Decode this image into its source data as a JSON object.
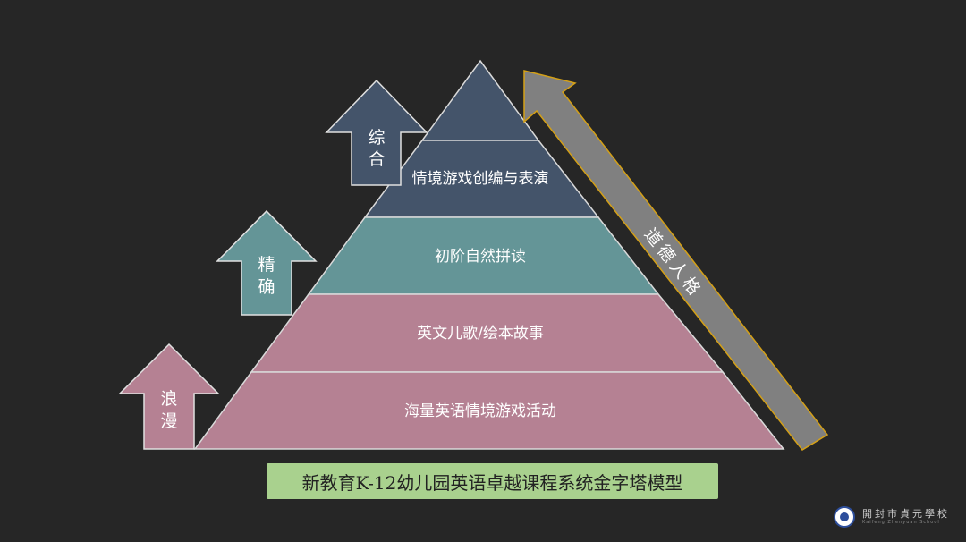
{
  "pyramid": {
    "layers": [
      {
        "label": "",
        "color": "#44546a"
      },
      {
        "label": "情境游戏创编与表演",
        "color": "#44546a"
      },
      {
        "label": "初阶自然拼读",
        "color": "#649597"
      },
      {
        "label": "英文儿歌/绘本故事",
        "color": "#b58193"
      },
      {
        "label": "海量英语情境游戏活动",
        "color": "#b58193"
      }
    ]
  },
  "side_arrows": [
    {
      "label_1": "综",
      "label_2": "合",
      "color": "#44546a"
    },
    {
      "label_1": "精",
      "label_2": "确",
      "color": "#649597"
    },
    {
      "label_1": "浪",
      "label_2": "漫",
      "color": "#b58193"
    }
  ],
  "diagonal_arrow": {
    "label": "道德人格",
    "color": "#808080",
    "outline": "#d4a017"
  },
  "caption": "新教育K-12幼儿园英语卓越课程系统金字塔模型",
  "logo": {
    "name": "開封市貞元學校",
    "english": "Kaifeng Zhenyuan School"
  }
}
